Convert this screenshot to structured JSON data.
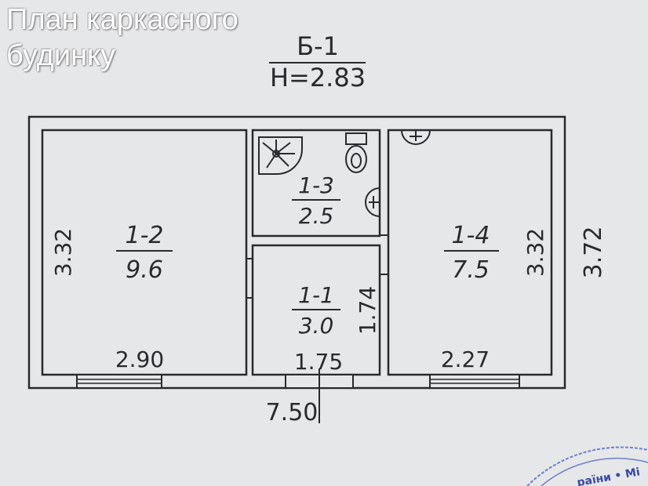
{
  "overlay_title": {
    "line1": "План каркасного",
    "line2": "будинку"
  },
  "header": {
    "building_code": "Б-1",
    "height": "Н=2.83"
  },
  "rooms": [
    {
      "id": "1-2",
      "area": "9.6"
    },
    {
      "id": "1-3",
      "area": "2.5"
    },
    {
      "id": "1-1",
      "area": "3.0"
    },
    {
      "id": "1-4",
      "area": "7.5"
    }
  ],
  "dimensions": {
    "overall_width": "7.50",
    "overall_height": "3.72",
    "left_room_height": "3.32",
    "right_room_height": "3.32",
    "left_room_width": "2.90",
    "middle_room_width": "1.75",
    "middle_room_height": "1.74",
    "right_room_width": "2.27"
  },
  "stamp": {
    "text": "раїни • Мі"
  },
  "colors": {
    "background": "#e6e7e9",
    "ink": "#2a2a2e",
    "stamp": "#3848a8"
  }
}
